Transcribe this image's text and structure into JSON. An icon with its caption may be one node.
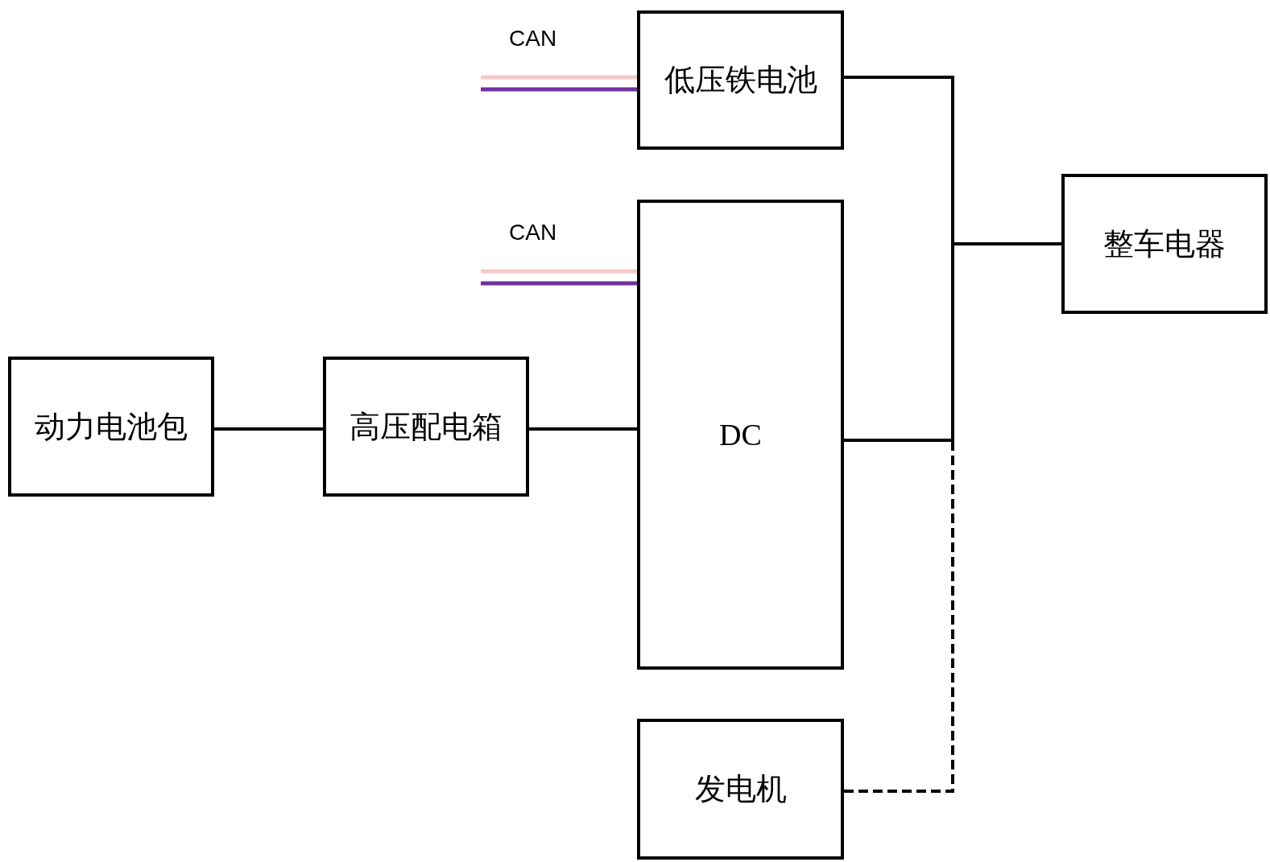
{
  "diagram": {
    "nodes": [
      {
        "text": [
          "动力电池包"
        ]
      },
      {
        "text": [
          "高压配电箱"
        ]
      },
      {
        "text": [
          "低压铁电池"
        ]
      },
      {
        "text": [
          "DC"
        ]
      },
      {
        "text": [
          "整车电器"
        ]
      },
      {
        "text": [
          "发电机"
        ]
      }
    ],
    "edges": [
      {
        "from": 0,
        "to": 1,
        "arrow": "none"
      },
      {
        "from": 1,
        "to": 3,
        "arrow": "none"
      },
      {
        "from": 2,
        "to": 4,
        "arrow": "none"
      },
      {
        "from": 3,
        "to": 4,
        "arrow": "none"
      },
      {
        "from": 5,
        "to": 4,
        "arrow": "none",
        "style": "dashed"
      },
      {
        "from": null,
        "to": 2,
        "arrow": "none",
        "color": "#f8c8c8",
        "label": "CAN"
      },
      {
        "from": null,
        "to": 2,
        "arrow": "none",
        "color": "#7030a0"
      },
      {
        "from": null,
        "to": 3,
        "arrow": "none",
        "color": "#f8c8c8",
        "label": "CAN"
      },
      {
        "from": null,
        "to": 3,
        "arrow": "none",
        "color": "#7030a0"
      }
    ]
  }
}
